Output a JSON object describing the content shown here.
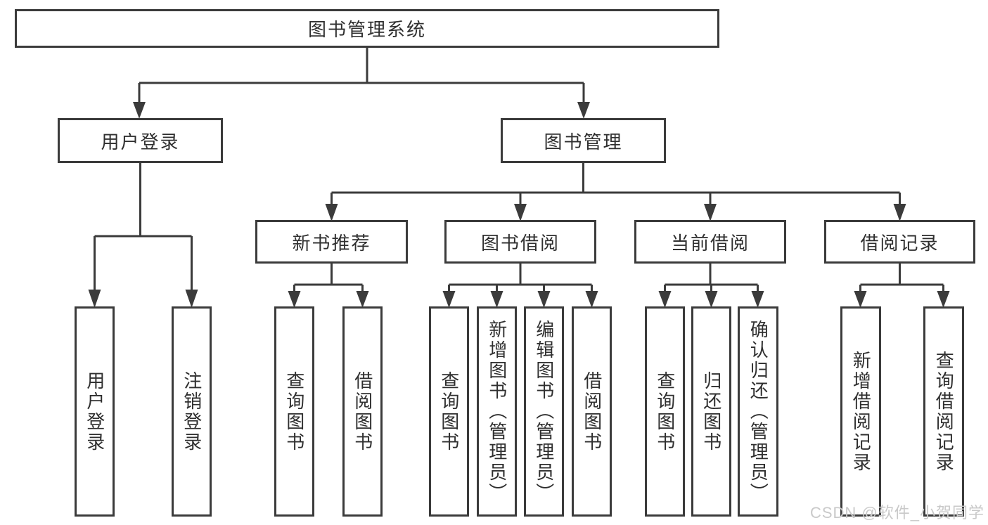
{
  "tree": {
    "label": "图书管理系统",
    "children": [
      {
        "label": "用户登录",
        "children": [
          {
            "label": "用户登录"
          },
          {
            "label": "注销登录"
          }
        ]
      },
      {
        "label": "图书管理",
        "children": [
          {
            "label": "新书推荐",
            "children": [
              {
                "label": "查询图书"
              },
              {
                "label": "借阅图书"
              }
            ]
          },
          {
            "label": "图书借阅",
            "children": [
              {
                "label": "查询图书"
              },
              {
                "label": "新增图书（管理员）"
              },
              {
                "label": "编辑图书（管理员）"
              },
              {
                "label": "借阅图书"
              }
            ]
          },
          {
            "label": "当前借阅",
            "children": [
              {
                "label": "查询图书"
              },
              {
                "label": "归还图书"
              },
              {
                "label": "确认归还（管理员）"
              }
            ]
          },
          {
            "label": "借阅记录",
            "children": [
              {
                "label": "新增借阅记录"
              },
              {
                "label": "查询借阅记录"
              }
            ]
          }
        ]
      }
    ]
  },
  "watermark": {
    "text": "CSDN @软件_小贺同学",
    "color": "#c9c9c9"
  },
  "colors": {
    "line": "#3b3b3b",
    "text": "#2f2f2f",
    "background": "#ffffff"
  }
}
